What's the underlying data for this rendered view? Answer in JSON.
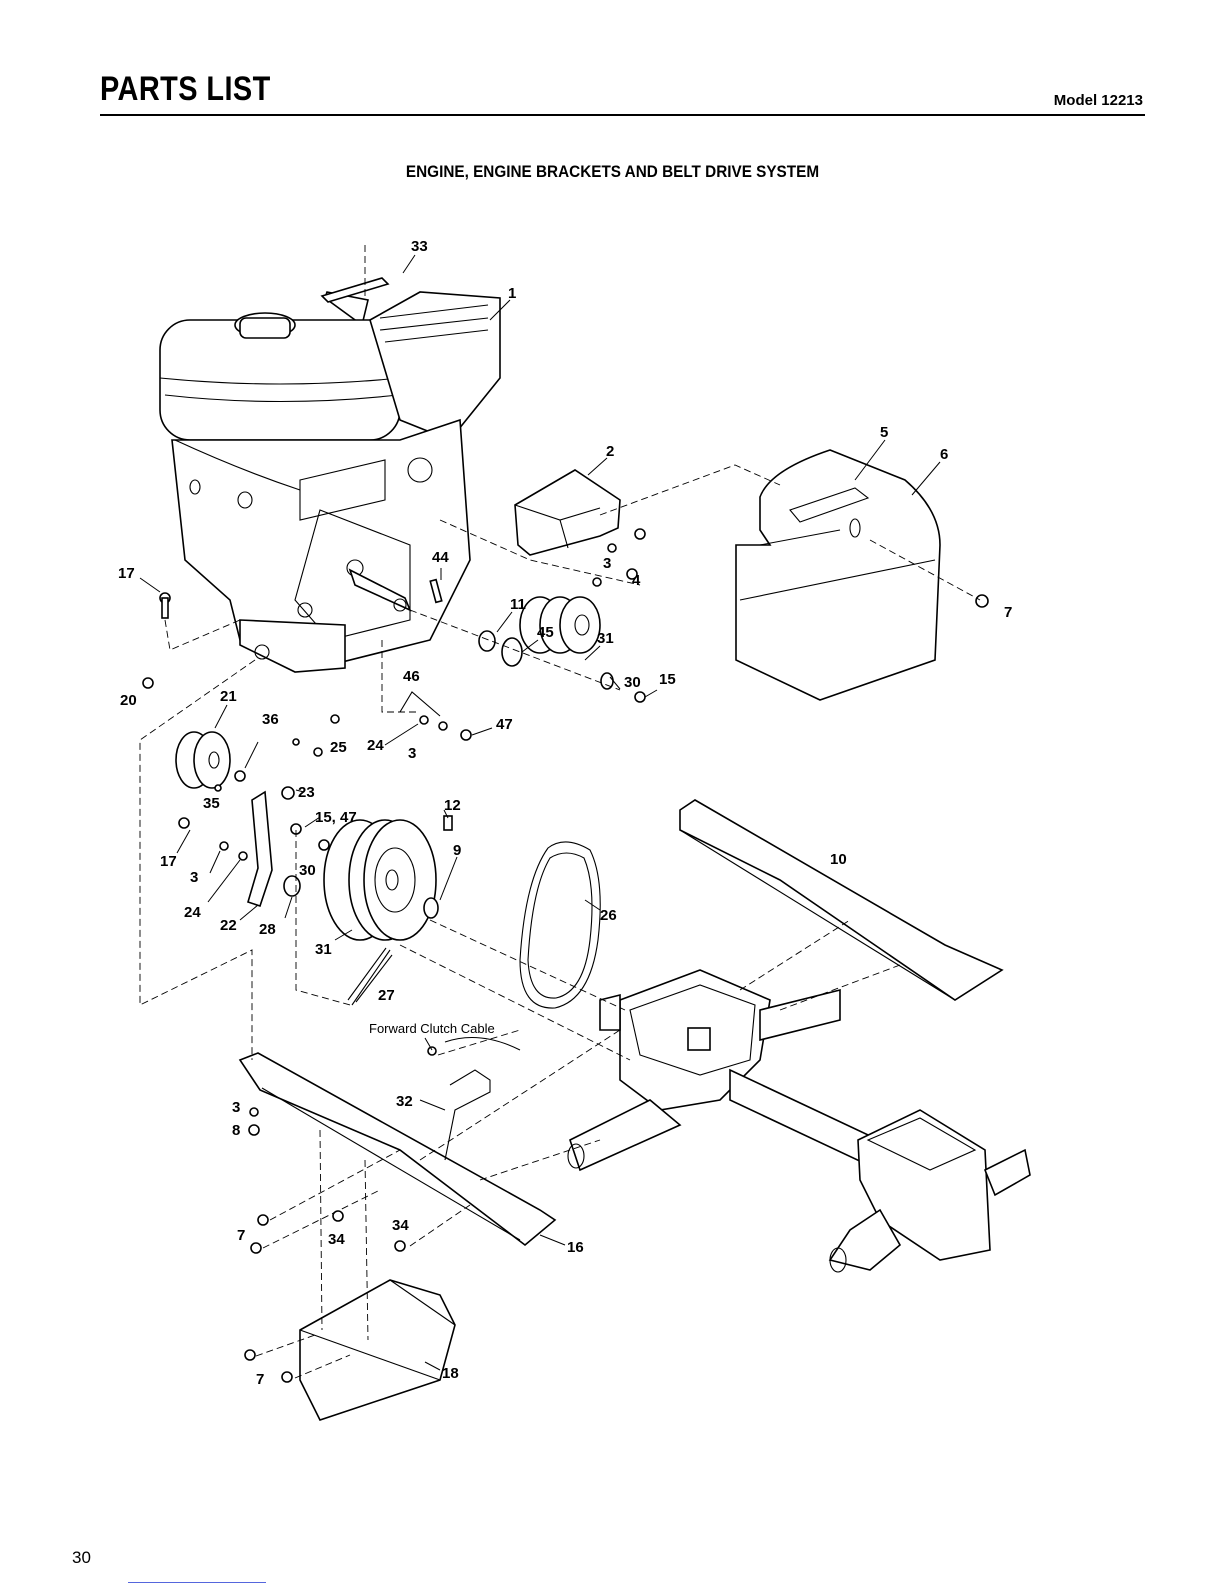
{
  "header": {
    "title": "PARTS LIST",
    "model": "Model 12213"
  },
  "section_title": "ENGINE, ENGINE BRACKETS AND BELT DRIVE SYSTEM",
  "page_number": "30",
  "callouts": {
    "c33": "33",
    "c1": "1",
    "c2": "2",
    "c5": "5",
    "c6": "6",
    "c7a": "7",
    "c17a": "17",
    "c44": "44",
    "c3a": "3",
    "c4": "4",
    "c11": "11",
    "c45": "45",
    "c31a": "31",
    "c30a": "30",
    "c15a": "15",
    "c46": "46",
    "c20": "20",
    "c21": "21",
    "c36": "36",
    "c25": "25",
    "c24a": "24",
    "c3b": "3",
    "c47": "47",
    "c23": "23",
    "c35": "35",
    "c12": "12",
    "c1547": "15, 47",
    "c9": "9",
    "c17b": "17",
    "c3c": "3",
    "c30b": "30",
    "c10": "10",
    "c24b": "24",
    "c22": "22",
    "c28": "28",
    "c26": "26",
    "c31b": "31",
    "c27": "27",
    "c32": "32",
    "c3d": "3",
    "c8": "8",
    "c7b": "7",
    "c34a": "34",
    "c34b": "34",
    "c16": "16",
    "c7c": "7",
    "c18": "18"
  },
  "annotation": "Forward Clutch Cable"
}
